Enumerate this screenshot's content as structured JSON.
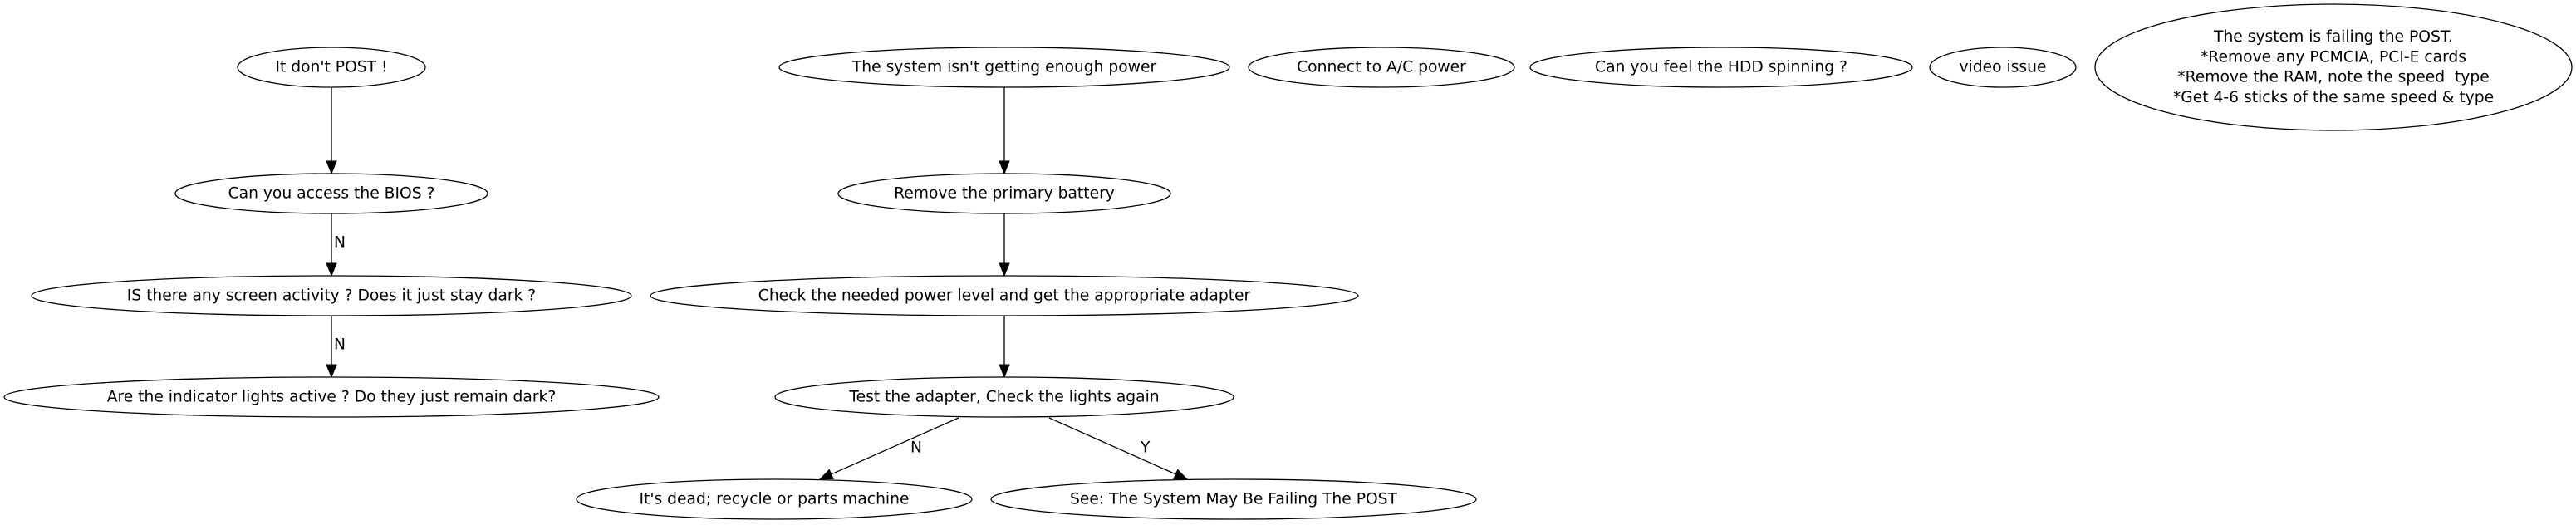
{
  "diagram": {
    "type": "flowchart",
    "nodes": [
      {
        "id": "no_post",
        "lines": [
          "It don't POST !"
        ]
      },
      {
        "id": "bios",
        "lines": [
          "Can you access the BIOS ?"
        ]
      },
      {
        "id": "screen",
        "lines": [
          "IS there any screen activity ? Does it just stay dark ?"
        ]
      },
      {
        "id": "lights",
        "lines": [
          "Are the indicator lights active ? Do they just remain dark?"
        ]
      },
      {
        "id": "power",
        "lines": [
          "The system isn't getting enough power"
        ]
      },
      {
        "id": "battery",
        "lines": [
          "Remove the primary battery"
        ]
      },
      {
        "id": "adapter_check",
        "lines": [
          "Check the needed power level and get the appropriate adapter"
        ]
      },
      {
        "id": "adapter_test",
        "lines": [
          "Test the adapter, Check the lights again"
        ]
      },
      {
        "id": "dead",
        "lines": [
          "It's dead; recycle or parts machine"
        ]
      },
      {
        "id": "see_post",
        "lines": [
          "See: The System May Be Failing The POST"
        ]
      },
      {
        "id": "ac",
        "lines": [
          "Connect to A/C power"
        ]
      },
      {
        "id": "hdd",
        "lines": [
          "Can you feel the HDD spinning ?"
        ]
      },
      {
        "id": "video",
        "lines": [
          "video issue"
        ]
      },
      {
        "id": "failing_post",
        "lines": [
          "The system is failing the POST.",
          "*Remove any PCMCIA, PCI-E cards",
          "*Remove the RAM, note the speed  type",
          "*Get 4-6 sticks of the same speed & type"
        ]
      }
    ],
    "edges": [
      {
        "from": "no_post",
        "to": "bios",
        "label": ""
      },
      {
        "from": "bios",
        "to": "screen",
        "label": "N"
      },
      {
        "from": "screen",
        "to": "lights",
        "label": "N"
      },
      {
        "from": "power",
        "to": "battery",
        "label": ""
      },
      {
        "from": "battery",
        "to": "adapter_check",
        "label": ""
      },
      {
        "from": "adapter_check",
        "to": "adapter_test",
        "label": ""
      },
      {
        "from": "adapter_test",
        "to": "dead",
        "label": "N"
      },
      {
        "from": "adapter_test",
        "to": "see_post",
        "label": "Y"
      }
    ]
  }
}
